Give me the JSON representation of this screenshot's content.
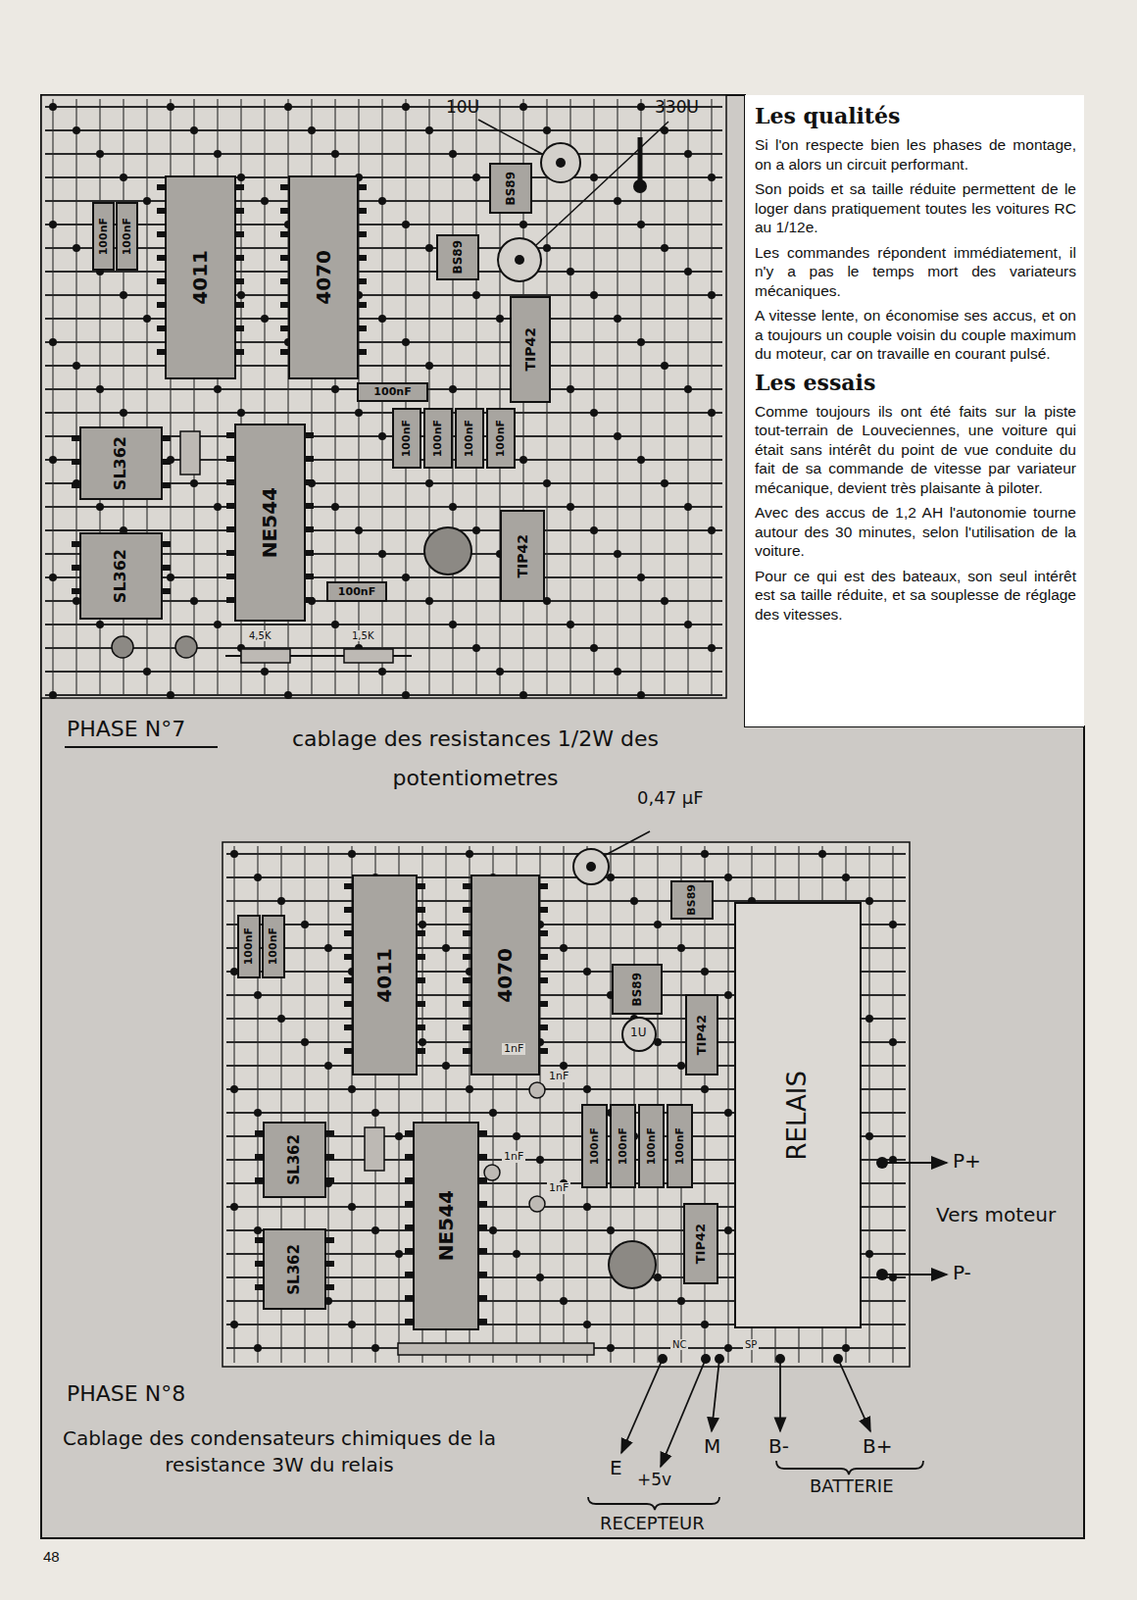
{
  "diagram": {
    "nodes": [
      {
        "text": [
          "4011"
        ]
      },
      {
        "text": [
          "4070"
        ]
      },
      {
        "text": [
          "BS89"
        ]
      },
      {
        "text": [
          "BS89"
        ]
      },
      {
        "text": [
          "TIP42"
        ]
      },
      {
        "text": [
          "100nF"
        ]
      },
      {
        "text": [
          "100nF"
        ]
      },
      {
        "text": [
          "100nF"
        ]
      },
      {
        "text": [
          "100nF"
        ]
      },
      {
        "text": [
          "100nF"
        ]
      },
      {
        "text": [
          "100nF"
        ]
      },
      {
        "text": [
          "100nF"
        ]
      },
      {
        "text": [
          "SL362"
        ]
      },
      {
        "text": [
          "SL362"
        ]
      },
      {
        "text": [
          "NE544"
        ]
      },
      {
        "text": [
          "100nF"
        ]
      },
      {
        "text": [
          "TIP42"
        ]
      },
      {
        "text": [
          "Les qualités",
          "Si l'on respecte bien les phases de montage, on a alors un circuit performant.",
          "Son poids et sa taille réduite permettent de le loger dans pratiquement toutes les voitures RC au 1/12e.",
          "Les commandes répondent immédiatement, il n'y a pas le temps mort des variateurs mécaniques.",
          "A vitesse lente, on économise ses accus, et on a toujours un couple voisin du couple maximum du moteur, car on travaille en courant pulsé.",
          "Les essais",
          "Comme toujours ils ont été faits sur la piste tout-terrain de Louveciennes, une voiture qui était sans intérêt du point de vue conduite du fait de sa commande de vitesse par variateur mécanique, devient très plaisante à piloter.",
          "Avec des accus de 1,2 AH l'autonomie tourne autour des 30 minutes, selon l'utilisation de la voiture.",
          "Pour ce qui est des bateaux, son seul intérêt est sa taille réduite, et sa souplesse de réglage des vitesses."
        ]
      },
      {
        "text": [
          "100nF"
        ]
      },
      {
        "text": [
          "100nF"
        ]
      },
      {
        "text": [
          "4011"
        ]
      },
      {
        "text": [
          "4070"
        ]
      },
      {
        "text": [
          "BS89"
        ]
      },
      {
        "text": [
          "BS89"
        ]
      },
      {
        "text": [
          "TIP42"
        ]
      },
      {
        "text": [
          "RELAIS"
        ]
      },
      {
        "text": [
          "SL362"
        ]
      },
      {
        "text": [
          "SL362"
        ]
      },
      {
        "text": [
          "NE544"
        ]
      },
      {
        "text": [
          "100nF"
        ]
      },
      {
        "text": [
          "100nF"
        ]
      },
      {
        "text": [
          "100nF"
        ]
      },
      {
        "text": [
          "100nF"
        ]
      },
      {
        "text": [
          "TIP42"
        ]
      }
    ],
    "labels": [
      "10U",
      "330U",
      "4,5K",
      "1,5K",
      "PHASE N°7",
      "cablage des resistances 1/2W des potentiometres",
      "0,47 µF",
      "1U",
      "1nF",
      "1nF",
      "1nF",
      "1nF",
      "NC",
      "SP",
      "P+",
      "Vers moteur",
      "P-",
      "PHASE N°8",
      "Cablage des condensateurs chimiques de la resistance 3W du relais",
      "E",
      "+5v",
      "M",
      "B-",
      "B+",
      "RECEPTEUR",
      "BATTERIE",
      "48"
    ]
  }
}
